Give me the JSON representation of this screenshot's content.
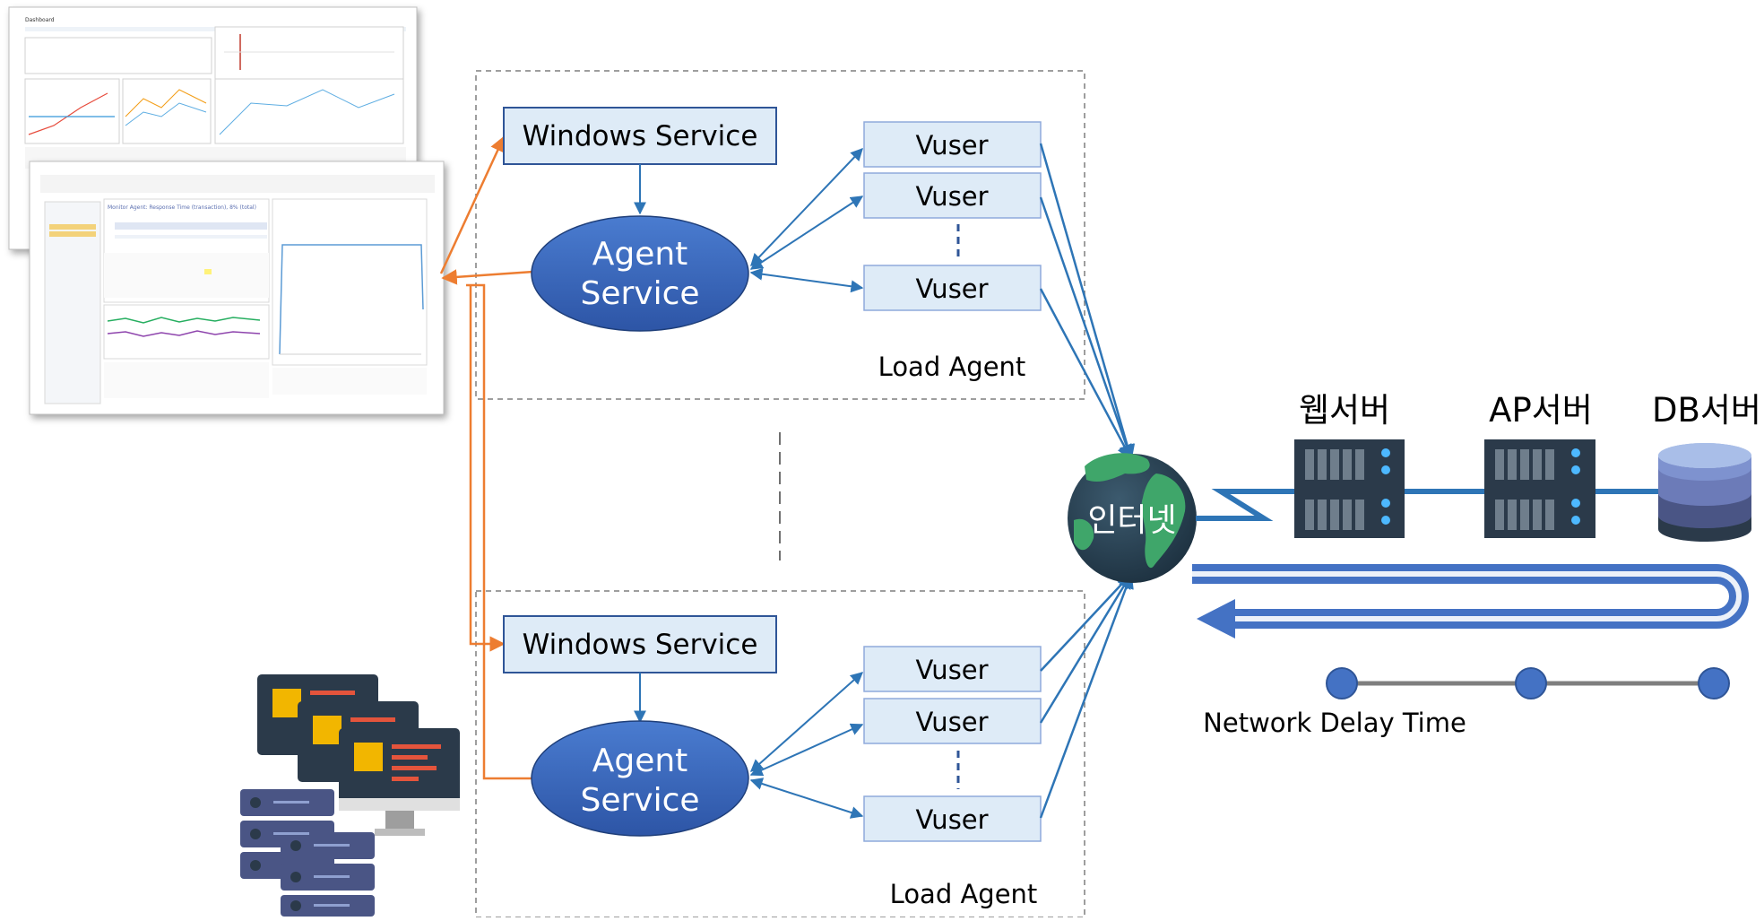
{
  "agents": [
    {
      "windows_service_label": "Windows Service",
      "agent_service_line1": "Agent",
      "agent_service_line2": "Service",
      "vusers": [
        "Vuser",
        "Vuser",
        "Vuser"
      ],
      "caption": "Load Agent"
    },
    {
      "windows_service_label": "Windows Service",
      "agent_service_line1": "Agent",
      "agent_service_line2": "Service",
      "vusers": [
        "Vuser",
        "Vuser",
        "Vuser"
      ],
      "caption": "Load Agent"
    }
  ],
  "internet_label": "인터넷",
  "servers": {
    "web": "웹서버",
    "ap": "AP서버",
    "db": "DB서버"
  },
  "network_delay_label": "Network Delay Time",
  "colors": {
    "orange": "#ED7D31",
    "blue": "#2E75B6",
    "box_fill": "#DEEBF7",
    "ellipse": "#2F5597",
    "server": "#2B3A4A"
  },
  "screenshot_mock": {
    "dashboard_title": "Dashboard",
    "monitor_title": "Monitor Agent: Response Time (transaction), 8% (total)"
  }
}
